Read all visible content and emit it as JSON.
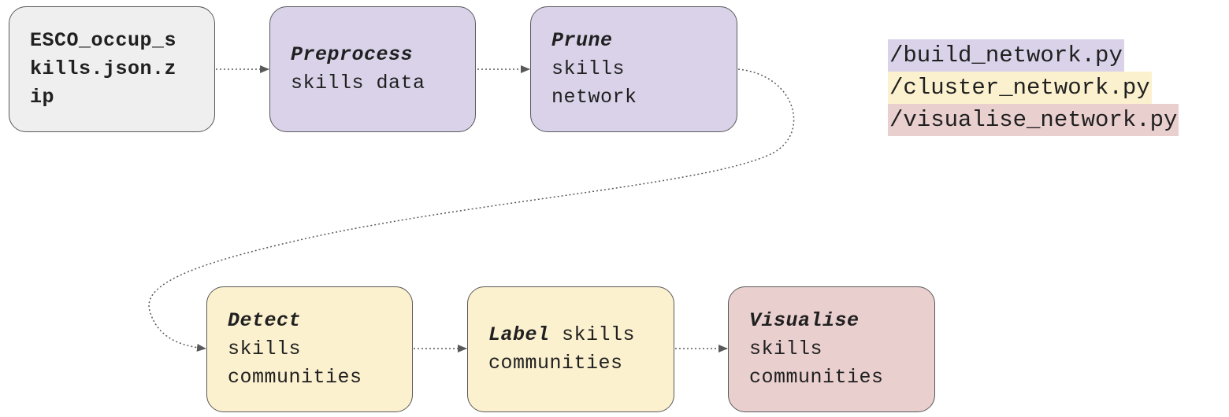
{
  "nodes": {
    "input": {
      "line1": "ESCO_occup_s",
      "line2": "kills.json.z",
      "line3": "ip"
    },
    "preprocess": {
      "bold": "Preprocess",
      "line2": "skills data"
    },
    "prune": {
      "bold": "Prune",
      "line2": "skills",
      "line3": "network"
    },
    "detect": {
      "bold": "Detect",
      "line2": "skills",
      "line3": "communities"
    },
    "label": {
      "bold": "Label",
      "rest": " skills",
      "line2": "communities"
    },
    "visualise": {
      "bold": "Visualise",
      "line2": "skills",
      "line3": "communities"
    }
  },
  "legend": {
    "items": [
      {
        "label": "/build_network.py",
        "color": "#d9d2e9"
      },
      {
        "label": "/cluster_network.py",
        "color": "#fcf1cf"
      },
      {
        "label": "/visualise_network.py",
        "color": "#eacfcf"
      }
    ]
  },
  "colors": {
    "input": "#efefef",
    "build": "#d9d2e9",
    "cluster": "#fcf1cf",
    "visualise": "#eacfcf",
    "border": "#595959",
    "connector": "#595959"
  }
}
